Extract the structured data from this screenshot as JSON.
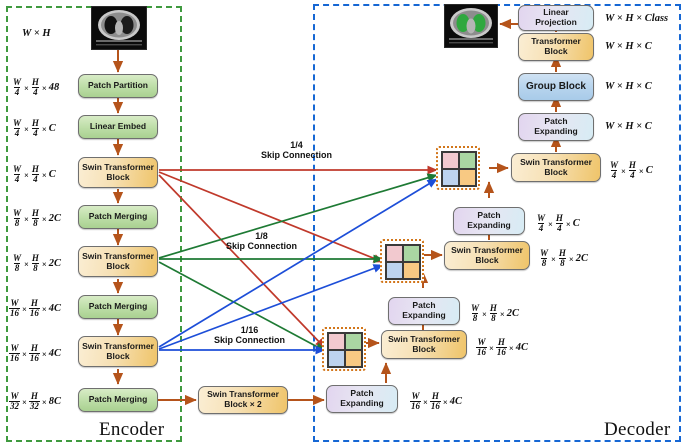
{
  "figure": {
    "type": "architecture-diagram",
    "title": "Swin-Transformer U-shaped encoder-decoder segmentation network"
  },
  "regions": {
    "encoder": {
      "label": "Encoder",
      "color": "#3f9a3f"
    },
    "decoder": {
      "label": "Decoder",
      "color": "#1667d4"
    }
  },
  "encoder": {
    "input_dim": "W × H",
    "blocks": [
      {
        "label": "Patch Partition",
        "style": "green",
        "dim_num": "W",
        "dim_den": "4",
        "dim_num2": "H",
        "dim_den2": "4",
        "dim_tail": "48"
      },
      {
        "label": "Linear Embed",
        "style": "green",
        "dim_num": "W",
        "dim_den": "4",
        "dim_num2": "H",
        "dim_den2": "4",
        "dim_tail": "C"
      },
      {
        "label": "Swin Transformer Block",
        "style": "tan",
        "dim_num": "W",
        "dim_den": "4",
        "dim_num2": "H",
        "dim_den2": "4",
        "dim_tail": "C"
      },
      {
        "label": "Patch Merging",
        "style": "green",
        "dim_num": "W",
        "dim_den": "8",
        "dim_num2": "H",
        "dim_den2": "8",
        "dim_tail": "2C"
      },
      {
        "label": "Swin Transformer Block",
        "style": "tan",
        "dim_num": "W",
        "dim_den": "8",
        "dim_num2": "H",
        "dim_den2": "8",
        "dim_tail": "2C"
      },
      {
        "label": "Patch Merging",
        "style": "green",
        "dim_num": "W",
        "dim_den": "16",
        "dim_num2": "H",
        "dim_den2": "16",
        "dim_tail": "4C"
      },
      {
        "label": "Swin Transformer Block",
        "style": "tan",
        "dim_num": "W",
        "dim_den": "16",
        "dim_num2": "H",
        "dim_den2": "16",
        "dim_tail": "4C"
      },
      {
        "label": "Patch Merging",
        "style": "green",
        "dim_num": "W",
        "dim_den": "32",
        "dim_num2": "H",
        "dim_den2": "32",
        "dim_tail": "8C"
      }
    ]
  },
  "bottleneck": {
    "block_label": "Swin Transformer Block × 2",
    "style": "tan"
  },
  "decoder": {
    "stage_16": {
      "patch_expanding": "Patch Expanding",
      "dim_num": "W",
      "dim_den": "16",
      "dim_num2": "H",
      "dim_den2": "16",
      "dim_tail": "4C",
      "swin_block": "Swin Transformer Block",
      "swin_dim_num": "W",
      "swin_dim_den": "16",
      "swin_dim_num2": "H",
      "swin_dim_den2": "16",
      "swin_dim_tail": "4C"
    },
    "stage_8": {
      "patch_expanding": "Patch Expanding",
      "dim_num": "W",
      "dim_den": "8",
      "dim_num2": "H",
      "dim_den2": "8",
      "dim_tail": "2C",
      "swin_block": "Swin Transformer Block",
      "swin_dim_num": "W",
      "swin_dim_den": "8",
      "swin_dim_num2": "H",
      "swin_dim_den2": "8",
      "swin_dim_tail": "2C"
    },
    "stage_4": {
      "patch_expanding": "Patch Expanding",
      "dim_num": "W",
      "dim_den": "4",
      "dim_num2": "H",
      "dim_den2": "4",
      "dim_tail": "C",
      "swin_block": "Swin Transformer Block",
      "swin_dim_num": "W",
      "swin_dim_den": "4",
      "swin_dim_num2": "H",
      "swin_dim_den2": "4",
      "swin_dim_tail": "C"
    },
    "head": [
      {
        "label": "Patch Expanding",
        "style": "lav",
        "dim": "W × H × C"
      },
      {
        "label": "Group Block",
        "style": "blue",
        "dim": "W × H × C"
      },
      {
        "label": "Transformer Block",
        "style": "tan",
        "dim": "W × H × C"
      },
      {
        "label": "Linear Projection",
        "style": "lav",
        "dim": "W × H × Class"
      }
    ]
  },
  "skip_connections": [
    {
      "name": "quarter",
      "ratio": "1/4",
      "label": "Skip Connection",
      "color": "#c0392b"
    },
    {
      "name": "eighth",
      "ratio": "1/8",
      "label": "Skip Connection",
      "color": "#1e7a34"
    },
    {
      "name": "sixteenth",
      "ratio": "1/16",
      "label": "Skip Connection",
      "color": "#1d4ed8"
    }
  ],
  "concat_nodes": {
    "quadrant_colors": {
      "top_left": "#f2c9cf",
      "top_right": "#aad6a2",
      "bottom_left": "#bdd3ef",
      "bottom_right": "#f8c983"
    },
    "border_color": "#d2761a"
  },
  "images": {
    "input_scan": "ct-lung-scan-input",
    "output_scan": "ct-lung-segmentation-output"
  },
  "colors": {
    "arrow": "#b5541b",
    "encoder_border": "#3f9a3f",
    "decoder_border": "#1667d4"
  }
}
